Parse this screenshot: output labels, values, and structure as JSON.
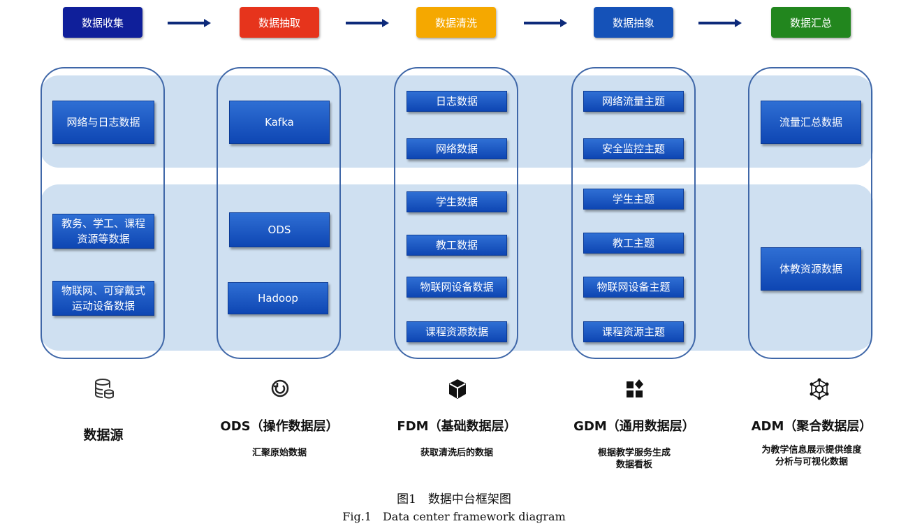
{
  "stages": [
    {
      "label": "数据收集",
      "color": "#0f1f9a"
    },
    {
      "label": "数据抽取",
      "color": "#e6341c"
    },
    {
      "label": "数据清洗",
      "color": "#f5a800"
    },
    {
      "label": "数据抽象",
      "color": "#1552b8"
    },
    {
      "label": "数据汇总",
      "color": "#22861e"
    }
  ],
  "columns": [
    {
      "boxes": [
        "网络与日志数据",
        "教务、学工、课程\n资源等数据",
        "物联网、可穿戴式\n运动设备数据"
      ],
      "icon": "database-icon",
      "title": "数据源",
      "desc": ""
    },
    {
      "boxes": [
        "Kafka",
        "ODS",
        "Hadoop"
      ],
      "icon": "refresh-icon",
      "title": "ODS（操作数据层）",
      "desc": "汇聚原始数据"
    },
    {
      "boxes": [
        "日志数据",
        "网络数据",
        "学生数据",
        "教工数据",
        "物联网设备数据",
        "课程资源数据"
      ],
      "icon": "cube-icon",
      "title": "FDM（基础数据层）",
      "desc": "获取清洗后的数据"
    },
    {
      "boxes": [
        "网络流量主题",
        "安全监控主题",
        "学生主题",
        "教工主题",
        "物联网设备主题",
        "课程资源主题"
      ],
      "icon": "widgets-icon",
      "title": "GDM（通用数据层）",
      "desc": "根据教学服务生成\n数据看板"
    },
    {
      "boxes": [
        "流量汇总数据",
        "体教资源数据"
      ],
      "icon": "network-icon",
      "title": "ADM（聚合数据层）",
      "desc": "为教学信息展示提供维度\n分析与可视化数据"
    }
  ],
  "caption": {
    "cn": "图1　数据中台框架图",
    "en": "Fig.1　Data center framework diagram"
  }
}
